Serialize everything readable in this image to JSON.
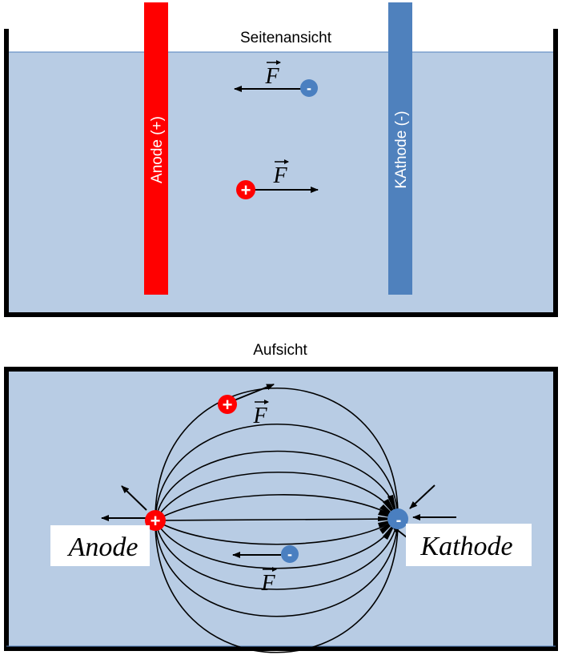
{
  "side_view": {
    "title": "Seitenansicht",
    "anode_label": "Anode (+)",
    "cathode_label": "KAthode (-)",
    "force_label": "F",
    "negative_sign": "-",
    "positive_sign": "+"
  },
  "top_view": {
    "title": "Aufsicht",
    "anode_label": "Anode",
    "cathode_label": "Kathode",
    "force_label": "F",
    "negative_sign": "-",
    "positive_sign": "+"
  },
  "colors": {
    "liquid": "#b8cce4",
    "anode": "#ff0000",
    "cathode": "#4f81bd",
    "ion_negative": "#4a7fc0",
    "ion_positive": "#ff0000",
    "walls": "#000000"
  }
}
